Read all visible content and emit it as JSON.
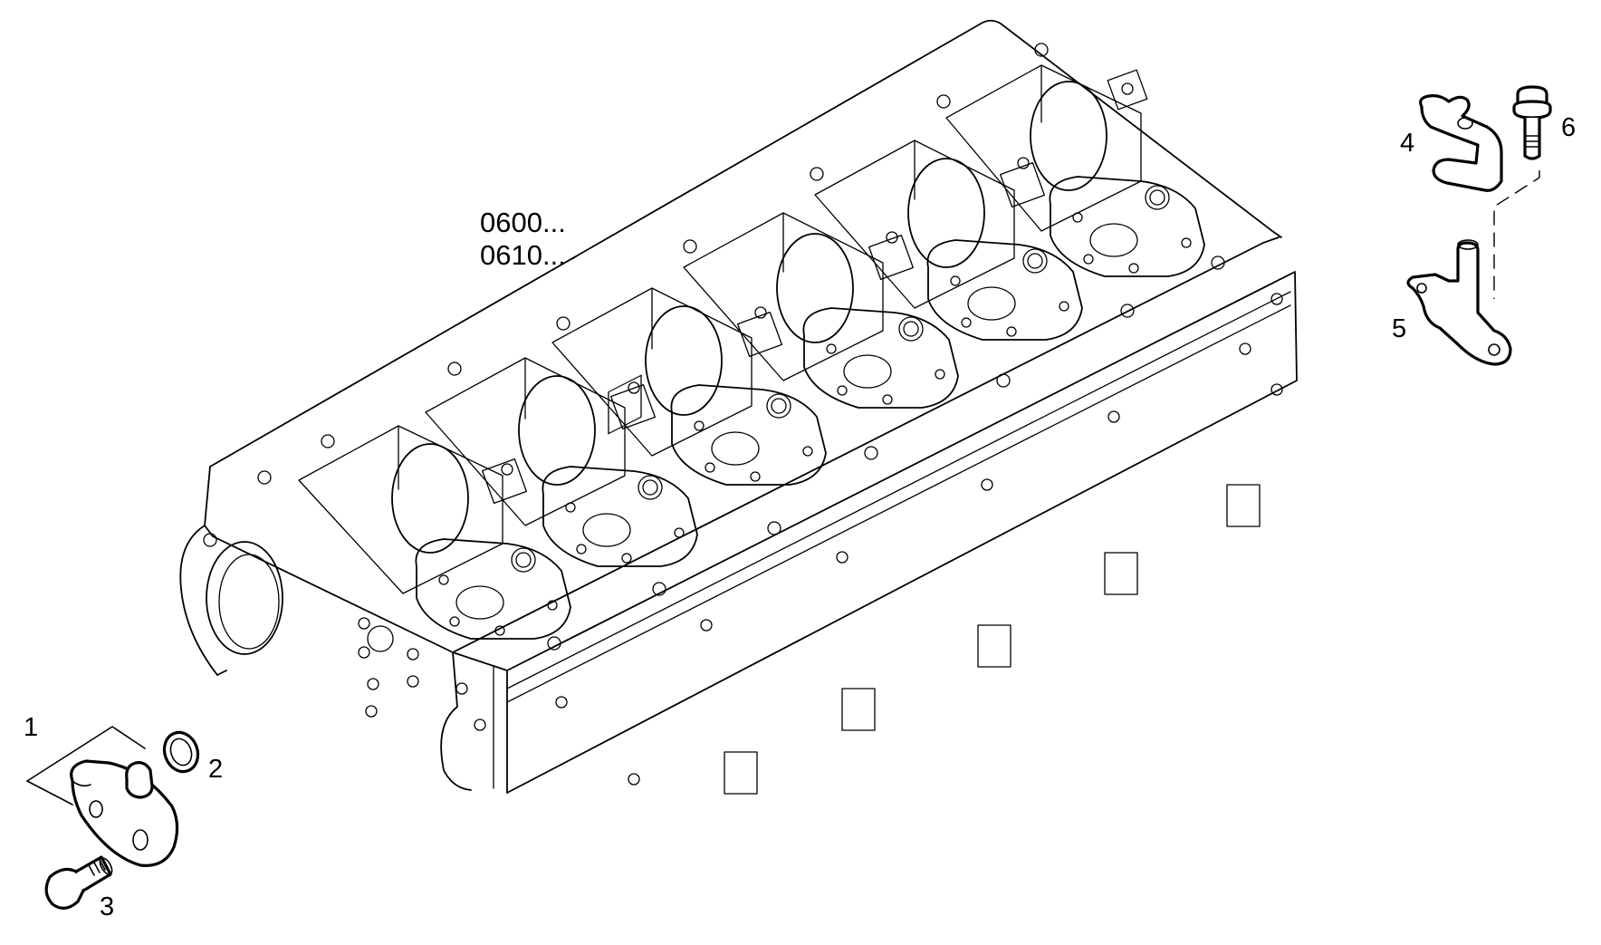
{
  "diagram": {
    "reference_codes": [
      "0600...",
      "0610..."
    ],
    "callouts": [
      {
        "id": "p1",
        "label": "1"
      },
      {
        "id": "p2",
        "label": "2"
      },
      {
        "id": "p3",
        "label": "3"
      },
      {
        "id": "p4",
        "label": "4"
      },
      {
        "id": "p5",
        "label": "5"
      },
      {
        "id": "p6",
        "label": "6"
      }
    ]
  }
}
